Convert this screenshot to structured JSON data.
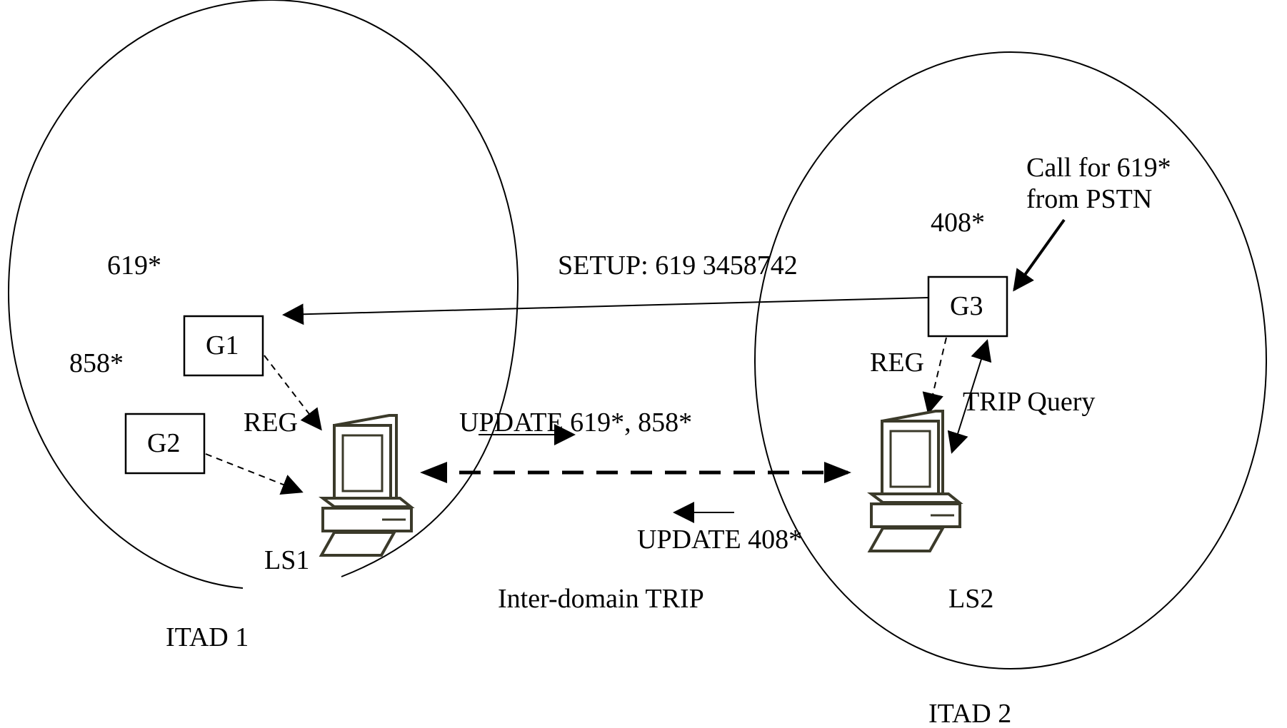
{
  "domains": {
    "itad1": {
      "label": "ITAD 1"
    },
    "itad2": {
      "label": "ITAD 2"
    }
  },
  "prefixes": {
    "p619": "619*",
    "p858": "858*",
    "p408": "408*"
  },
  "gateways": {
    "g1": "G1",
    "g2": "G2",
    "g3": "G3"
  },
  "location_servers": {
    "ls1": "LS1",
    "ls2": "LS2"
  },
  "messages": {
    "setup": "SETUP: 619 3458742",
    "reg1": "REG",
    "reg2": "REG",
    "update_forward": "UPDATE 619*, 858*",
    "update_back": "UPDATE 408*",
    "trip_query": "TRIP Query",
    "inter_domain": "Inter-domain TRIP",
    "call_line1": "Call for 619*",
    "call_line2": "from PSTN"
  }
}
